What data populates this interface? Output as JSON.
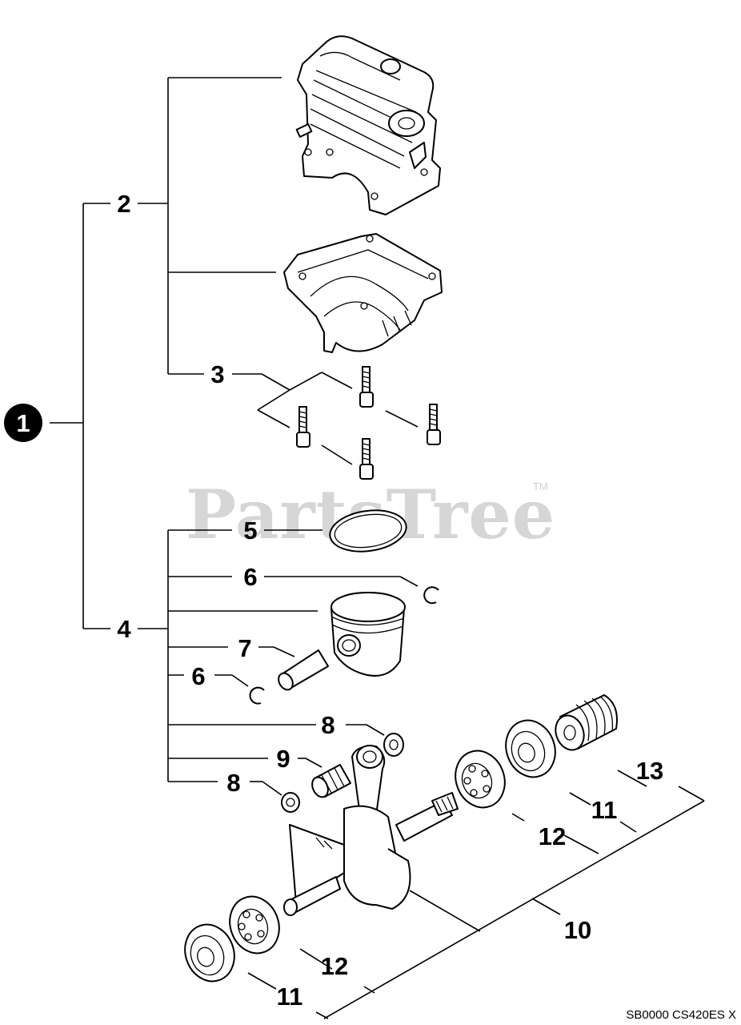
{
  "watermark": {
    "text": "PartsTree",
    "trademark": "TM"
  },
  "callouts": {
    "c1": "1",
    "c2": "2",
    "c3": "3",
    "c4": "4",
    "c5": "5",
    "c6a": "6",
    "c6b": "6",
    "c7": "7",
    "c8a": "8",
    "c8b": "8",
    "c9": "9",
    "c10": "10",
    "c11a": "11",
    "c11b": "11",
    "c12a": "12",
    "c12b": "12",
    "c13": "13"
  },
  "diagram_code": "SB0000 CS420ES X",
  "icons": [
    "cylinder",
    "crankcase",
    "bolt",
    "piston-ring",
    "circlip",
    "piston",
    "piston-pin",
    "needle-bearing",
    "washer",
    "crankshaft",
    "oil-seal",
    "ball-bearing",
    "flywheel-key-spacer"
  ]
}
